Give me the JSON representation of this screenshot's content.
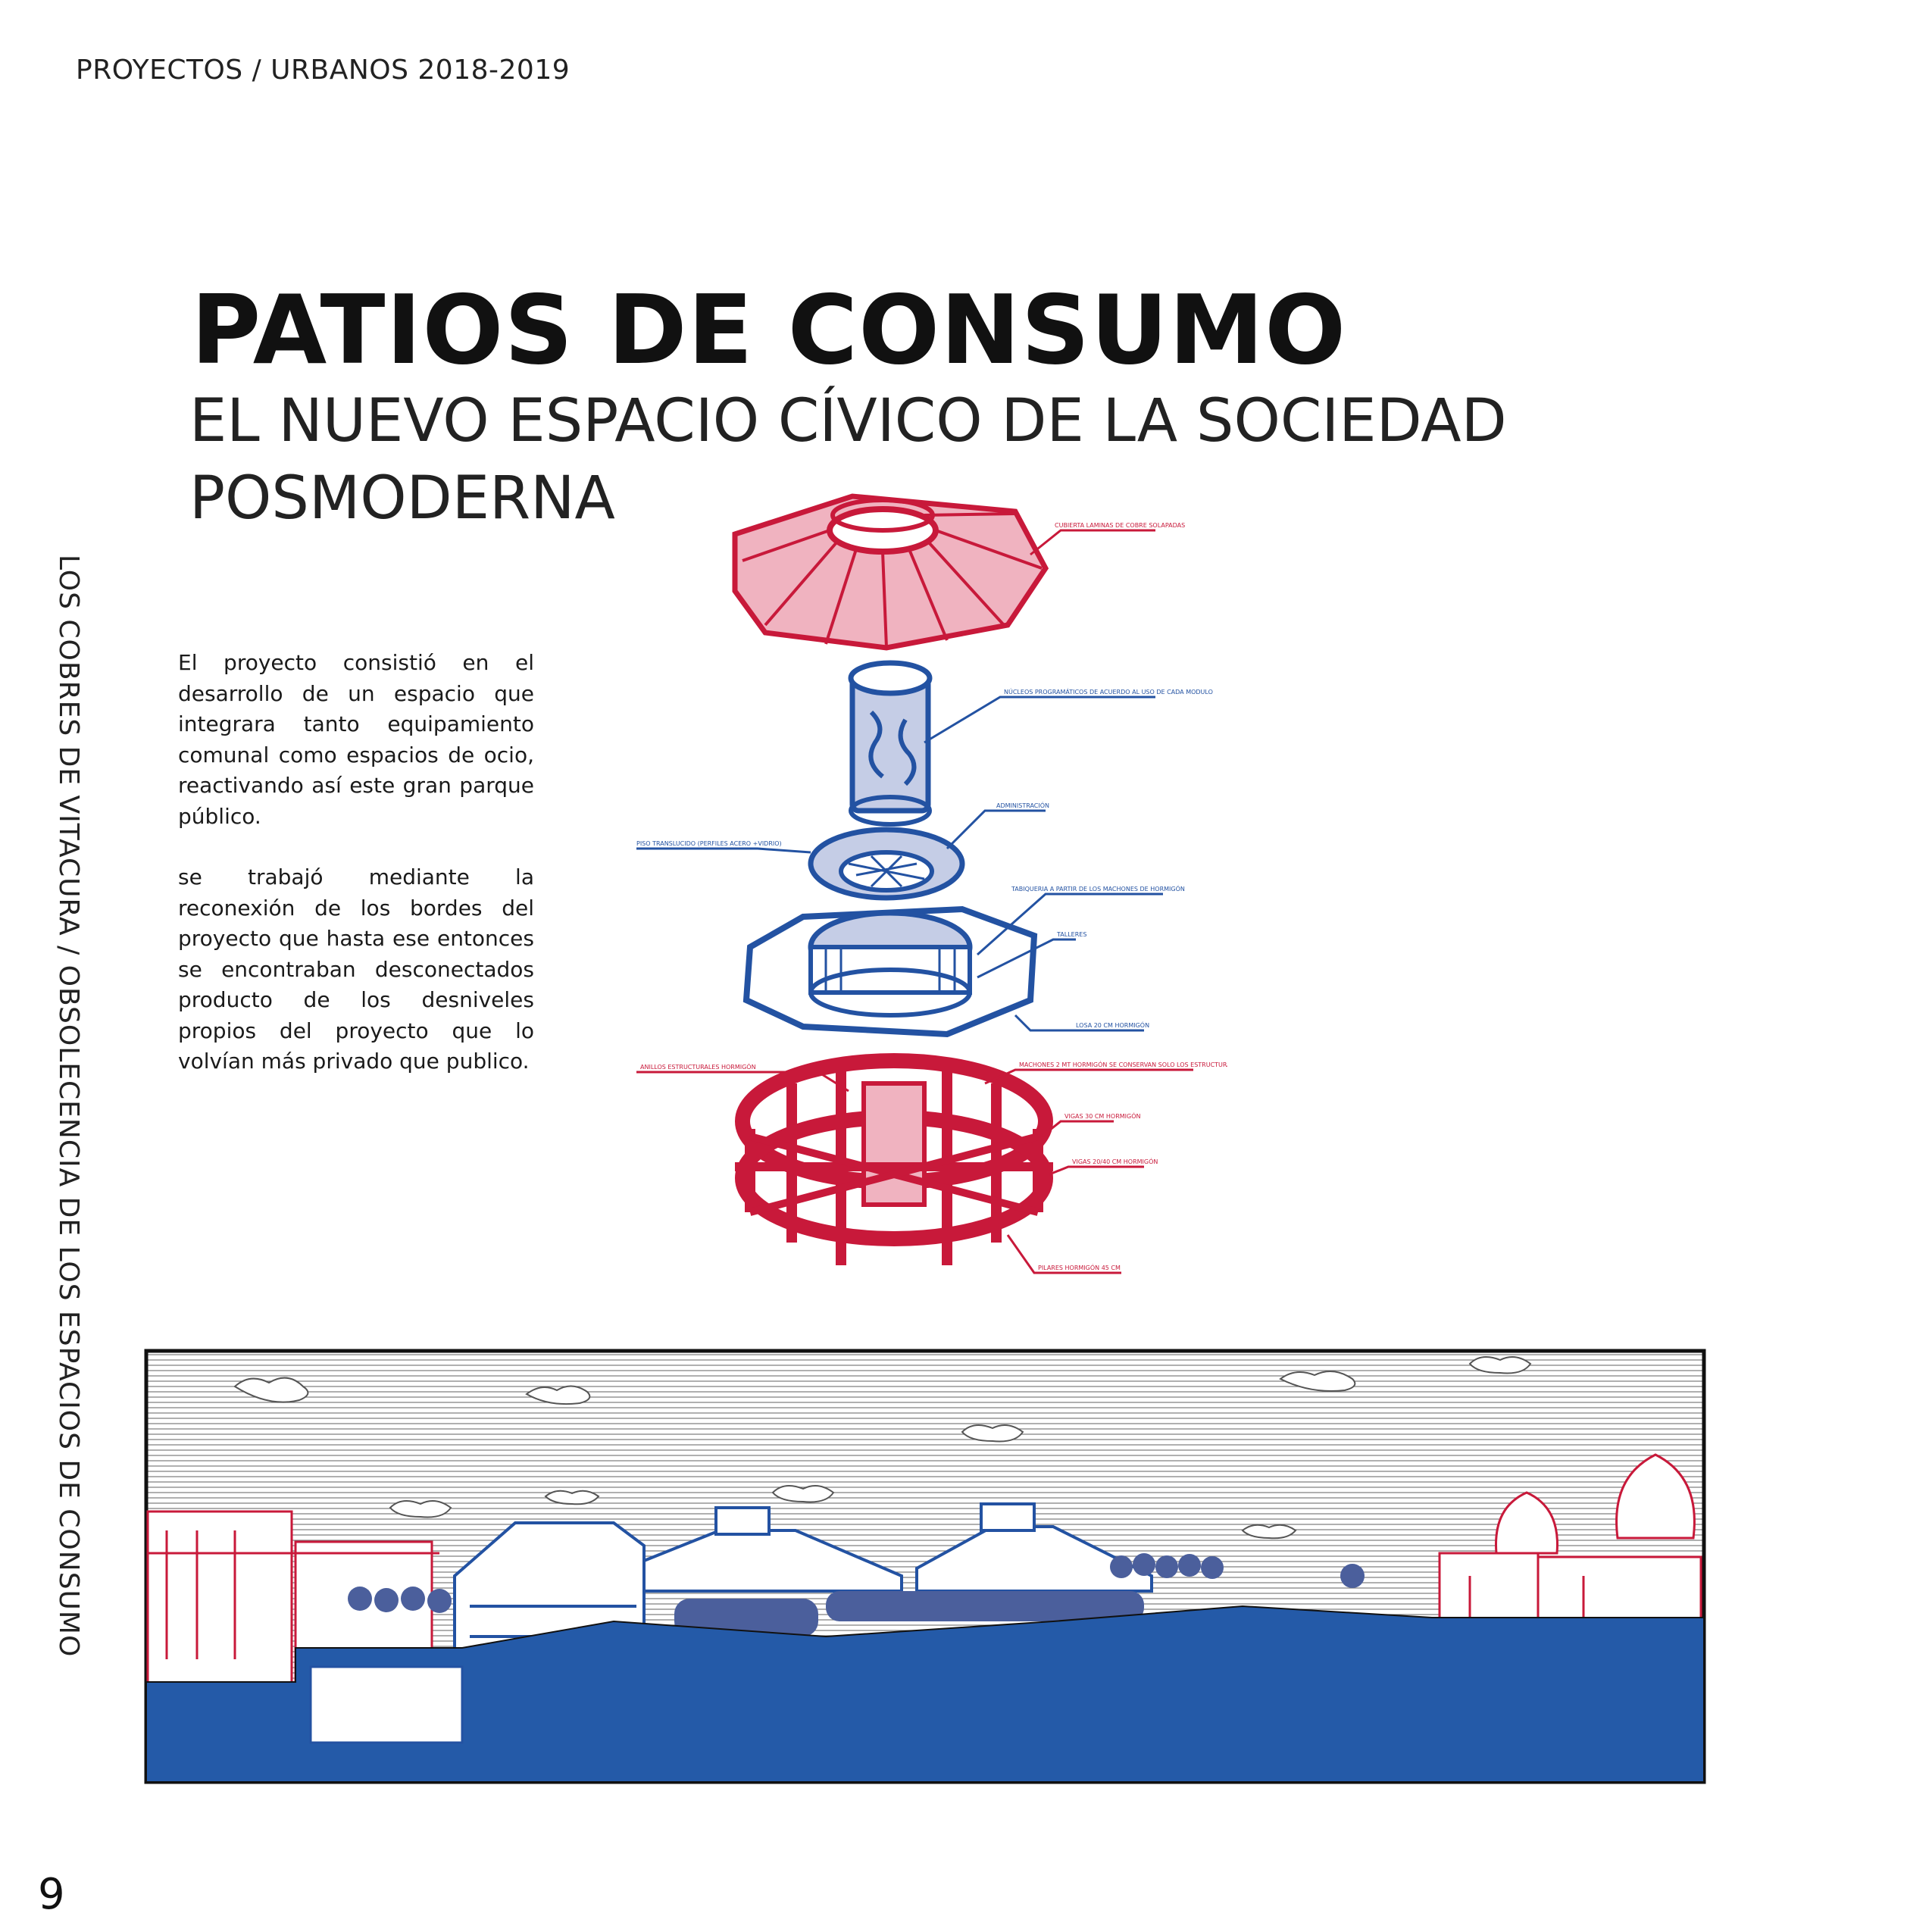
{
  "header": {
    "text": "PROYECTOS / URBANOS 2018-2019"
  },
  "side": {
    "text": "LOS COBRES DE VITACURA / OBSOLECENCIA DE LOS ESPACIOS DE CONSUMO"
  },
  "title": {
    "main": "PATIOS DE CONSUMO",
    "subtitle": "EL NUEVO ESPACIO CÍVICO DE LA SOCIEDAD POSMODERNA"
  },
  "body": {
    "p1": "El proyecto consistió en el desarrollo de un espacio que integrara tanto equipamiento comunal como espacios de ocio, reactivando así este gran parque público.",
    "p2": "se trabajó mediante la reconexión de los bordes del proyecto que hasta ese entonces se encontraban desconectados producto de los desniveles propios del proyecto que lo volvían más privado que publico."
  },
  "diagram": {
    "labels": {
      "roof": "CUBIERTA LAMINAS DE COBRE SOLAPADAS",
      "cores": "NÚCLEOS PROGRAMÁTICOS DE ACUERDO AL USO DE CADA MODULO",
      "admin": "ADMINISTRACIÓN",
      "floor": "PISO TRANSLUCIDO (PERFILES ACERO +VIDRIO)",
      "partition": "TABIQUERIA A PARTIR DE LOS MACHONES DE HORMIGÓN",
      "workshops": "TALLERES",
      "slab": "LOSA 20 CM HORMIGÓN",
      "rings": "ANILLOS ESTRUCTURALES HORMIGÓN",
      "walls": "MACHONES 2 MT HORMIGÓN SE CONSERVAN SOLO LOS ESTRUCTURALES",
      "beams30": "VIGAS 30 CM HORMIGÓN",
      "beams2040": "VIGAS 20/40 CM HORMIGÓN",
      "pillars": "PILARES HORMIGÓN 45 CM"
    }
  },
  "colors": {
    "red": "#c8193a",
    "red_fill": "#f0b3c0",
    "blue": "#2352a2",
    "blue_fill": "#c5cde6",
    "ground": "#245aa8"
  },
  "page": {
    "number": "9"
  }
}
